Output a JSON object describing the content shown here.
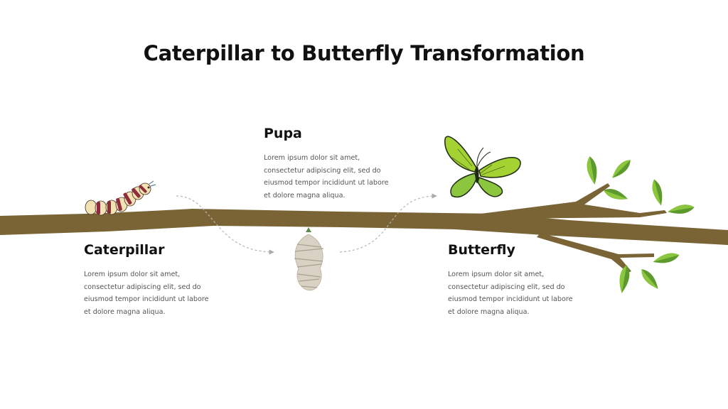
{
  "title": "Caterpillar to Butterfly Transformation",
  "colors": {
    "branch": "#7a6435",
    "leaf_dark": "#5c9a2e",
    "leaf_light": "#8cc63f",
    "butterfly_wing": "#a4d233",
    "caterpillar_body": "#f3e3b4",
    "caterpillar_stripe": "#8e2d3c",
    "cocoon": "#d9d2c4",
    "arrow": "#b5b5b5"
  },
  "stages": [
    {
      "id": "caterpillar",
      "heading": "Caterpillar",
      "text": "Lorem ipsum dolor sit amet, consectetur adipiscing elit, sed do eiusmod tempor incididunt ut labore et dolore magna aliqua."
    },
    {
      "id": "pupa",
      "heading": "Pupa",
      "text": "Lorem ipsum dolor sit amet, consectetur adipiscing elit, sed do eiusmod tempor incididunt ut labore et dolore magna aliqua."
    },
    {
      "id": "butterfly",
      "heading": "Butterfly",
      "text": "Lorem ipsum dolor sit amet, consectetur adipiscing elit, sed do eiusmod tempor incididunt ut labore et dolore magna aliqua."
    }
  ]
}
